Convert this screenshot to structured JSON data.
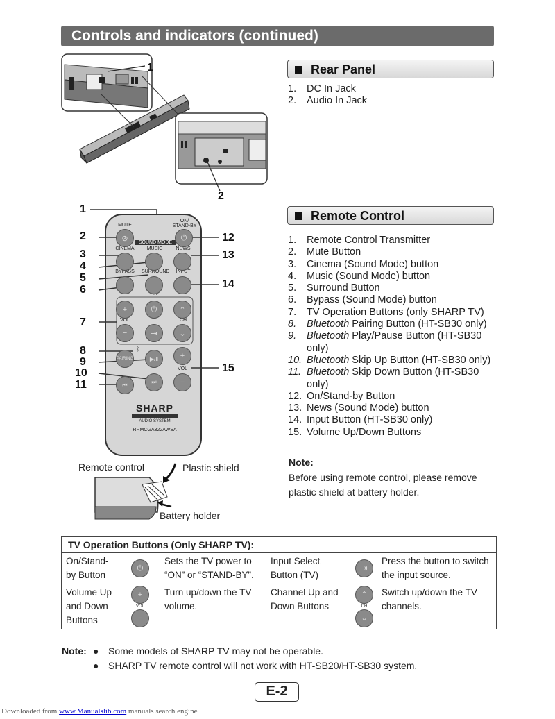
{
  "header": {
    "title": "Controls and indicators (continued)"
  },
  "rear_panel": {
    "title": "Rear Panel",
    "items": [
      {
        "n": "1.",
        "label": "DC In Jack"
      },
      {
        "n": "2.",
        "label": "Audio In Jack"
      }
    ],
    "callouts": [
      "1",
      "2"
    ]
  },
  "remote": {
    "title": "Remote Control",
    "items": [
      {
        "n": "1.",
        "pre": "",
        "label": "Remote Control Transmitter"
      },
      {
        "n": "2.",
        "pre": "",
        "label": "Mute Button"
      },
      {
        "n": "3.",
        "pre": "",
        "label": "Cinema (Sound Mode) button"
      },
      {
        "n": "4.",
        "pre": "",
        "label": "Music (Sound Mode) button"
      },
      {
        "n": "5.",
        "pre": "",
        "label": "Surround Button"
      },
      {
        "n": "6.",
        "pre": "",
        "label": "Bypass (Sound Mode) button"
      },
      {
        "n": "7.",
        "pre": "",
        "label": "TV Operation Buttons (only SHARP TV)"
      },
      {
        "n": "8.",
        "pre": "Bluetooth",
        "label": " Pairing Button (HT-SB30 only)"
      },
      {
        "n": "9.",
        "pre": "Bluetooth",
        "label": " Play/Pause Button (HT-SB30"
      },
      {
        "n": "",
        "pre": "",
        "label": "only)"
      },
      {
        "n": "10.",
        "pre": "Bluetooth",
        "label": " Skip Up Button (HT-SB30 only)"
      },
      {
        "n": "11.",
        "pre": "Bluetooth",
        "label": " Skip Down Button (HT-SB30"
      },
      {
        "n": "",
        "pre": "",
        "label": "only)"
      },
      {
        "n": "12.",
        "pre": "",
        "label": "On/Stand-by Button"
      },
      {
        "n": "13.",
        "pre": "",
        "label": "News (Sound Mode) button"
      },
      {
        "n": "14.",
        "pre": "",
        "label": "Input Button (HT-SB30 only)"
      },
      {
        "n": "15.",
        "pre": "",
        "label": "Volume Up/Down Buttons"
      }
    ],
    "callouts": [
      "1",
      "2",
      "3",
      "4",
      "5",
      "6",
      "7",
      "8",
      "9",
      "10",
      "11",
      "12",
      "13",
      "14",
      "15"
    ],
    "labels": {
      "mute": "MUTE",
      "onstandby_1": "ON/",
      "onstandby_2": "STAND-BY",
      "sound_mode": "SOUND MODE",
      "cinema": "CINEMA",
      "music": "MUSIC",
      "news": "NEWS",
      "bypass": "BYPASS",
      "surround": "SURROUND",
      "input": "INPUT",
      "tv": "TV",
      "vol": "VOL",
      "ch": "CH",
      "pairing": "PAIRING",
      "brand": "SHARP",
      "audio_system": "AUDIO SYSTEM",
      "model": "RRMCGA322AWSA"
    }
  },
  "battery": {
    "remote_label": "Remote control",
    "shield_label": "Plastic shield",
    "holder_label": "Battery holder",
    "note_title": "Note:",
    "note_text": "Before using remote control, please remove plastic shield at battery holder."
  },
  "tv_table": {
    "title": "TV Operation Buttons (Only SHARP TV):",
    "rows": [
      {
        "name": "On/Stand-by Button",
        "desc": "Sets the TV power to “ON” or “STAND-BY”.",
        "name2": "Input Select Button (TV)",
        "desc2": "Press the button to switch the input source."
      },
      {
        "name": "Volume Up and Down Buttons",
        "desc": "Turn up/down the TV volume.",
        "name2": "Channel Up and Down Buttons",
        "desc2": "Switch up/down the TV channels."
      }
    ],
    "vol": "VOL",
    "ch": "CH"
  },
  "bottom_note": {
    "label": "Note:",
    "items": [
      "Some models of SHARP TV may not be operable.",
      "SHARP TV remote control will not work with HT-SB20/HT-SB30 system."
    ]
  },
  "page_number": "E-2",
  "footer": {
    "prefix": "Downloaded from ",
    "link": "www.Manualslib.com",
    "suffix": " manuals search engine"
  }
}
